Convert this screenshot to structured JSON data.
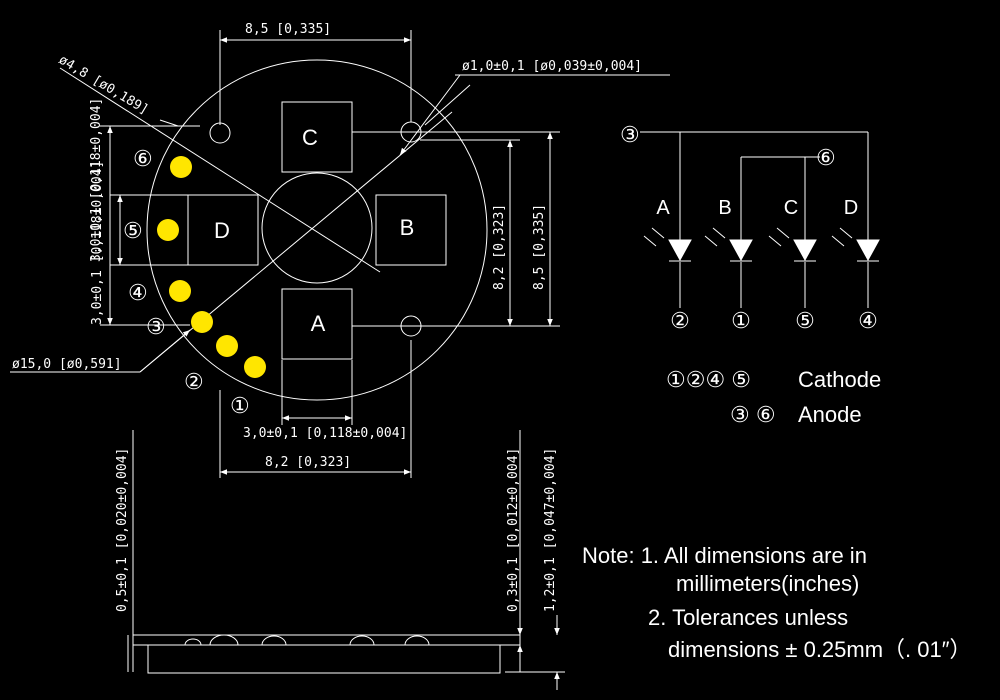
{
  "colors": {
    "background": "#000000",
    "line": "#ffffff",
    "led_dot": "#ffe600"
  },
  "dims": {
    "top_width": "8,5 [0,335]",
    "hole_small": "ø1,0±0,1 [ø0,039±0,004]",
    "hole_large": "ø4,8 [ø0,189]",
    "outer_dia": "ø15,0 [ø0,591]",
    "left_pad": "3,0±0,1 [0,118±0,004]",
    "left_pad2": "3,0±0,1 [0,118±0,004]",
    "right_inner": "8,2 [0,323]",
    "right_outer": "8,5 [0,335]",
    "bottom_pad": "3,0±0,1 [0,118±0,004]",
    "bottom_width": "8,2 [0,323]",
    "side_left": "0,5±0,1 [0,020±0,004]",
    "side_right1": "0,3±0,1 [0,012±0,004]",
    "side_right2": "1,2±0,1 [0,047±0,004]"
  },
  "pads": {
    "a": "A",
    "b": "B",
    "c": "C",
    "d": "D"
  },
  "pins": {
    "p1": "①",
    "p2": "②",
    "p3": "③",
    "p4": "④",
    "p5": "⑤",
    "p6": "⑥"
  },
  "schematic": {
    "pin3": "③",
    "pin6": "⑥",
    "leds": [
      "A",
      "B",
      "C",
      "D"
    ],
    "bottom_pins": [
      "②",
      "①",
      "⑤",
      "④"
    ]
  },
  "legend": {
    "cathode_pins": "①②④ ⑤",
    "cathode_label": "Cathode",
    "anode_pins": "③ ⑥",
    "anode_label": "Anode"
  },
  "notes": {
    "line1": "Note: 1. All dimensions are in",
    "line2": "millimeters(inches)",
    "line3": "2. Tolerances unless",
    "line4": "dimensions ± 0.25mm（. 01″）"
  }
}
